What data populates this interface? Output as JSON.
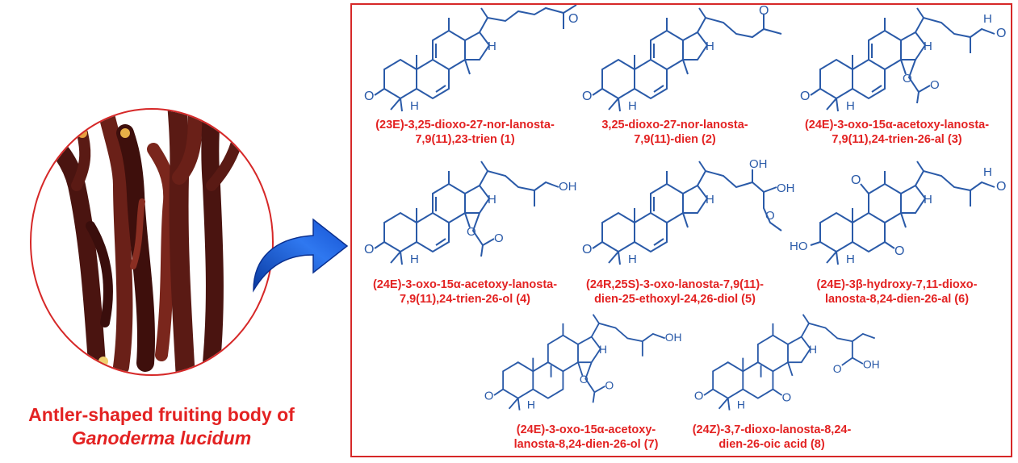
{
  "caption": {
    "line1": "Antler-shaped fruiting body of",
    "line2": "Ganoderma lucidum"
  },
  "colors": {
    "accent_red": "#e32222",
    "structure_blue": "#2a5aa8",
    "arrow_blue": "#1e5fd6"
  },
  "compounds": [
    {
      "line1": "(23E)-3,25-dioxo-27-nor-lanosta-",
      "line2": "7,9(11),23-trien (1)"
    },
    {
      "line1": "3,25-dioxo-27-nor-lanosta-",
      "line2": "7,9(11)-dien (2)"
    },
    {
      "line1": "(24E)-3-oxo-15α-acetoxy-lanosta-",
      "line2": "7,9(11),24-trien-26-al (3)"
    },
    {
      "line1": "(24E)-3-oxo-15α-acetoxy-lanosta-",
      "line2": "7,9(11),24-trien-26-ol (4)"
    },
    {
      "line1": "(24R,25S)-3-oxo-lanosta-7,9(11)-",
      "line2": "dien-25-ethoxyl-24,26-diol (5)"
    },
    {
      "line1": "(24E)-3β-hydroxy-7,11-dioxo-",
      "line2": "lanosta-8,24-dien-26-al (6)"
    },
    {
      "line1": "(24E)-3-oxo-15α-acetoxy-",
      "line2": "lanosta-8,24-dien-26-ol (7)"
    },
    {
      "line1": "(24Z)-3,7-dioxo-lanosta-8,24-",
      "line2": "dien-26-oic acid (8)"
    }
  ],
  "atoms": {
    "O": "O",
    "H": "H",
    "OH": "OH",
    "HO": "HO"
  }
}
